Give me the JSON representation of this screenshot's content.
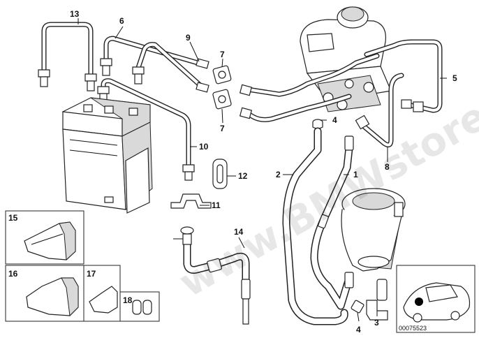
{
  "diagram": {
    "callouts": {
      "c1": "1",
      "c2": "2",
      "c3": "3",
      "c4a": "4",
      "c4b": "4",
      "c5": "5",
      "c6": "6",
      "c7a": "7",
      "c7b": "7",
      "c8": "8",
      "c9": "9",
      "c10": "10",
      "c11": "11",
      "c12": "12",
      "c13": "13",
      "c14": "14",
      "c15": "15",
      "c16": "16",
      "c17": "17",
      "c18": "18"
    },
    "reference_number": "00075523",
    "watermark": "www.BMWstore.pl"
  }
}
